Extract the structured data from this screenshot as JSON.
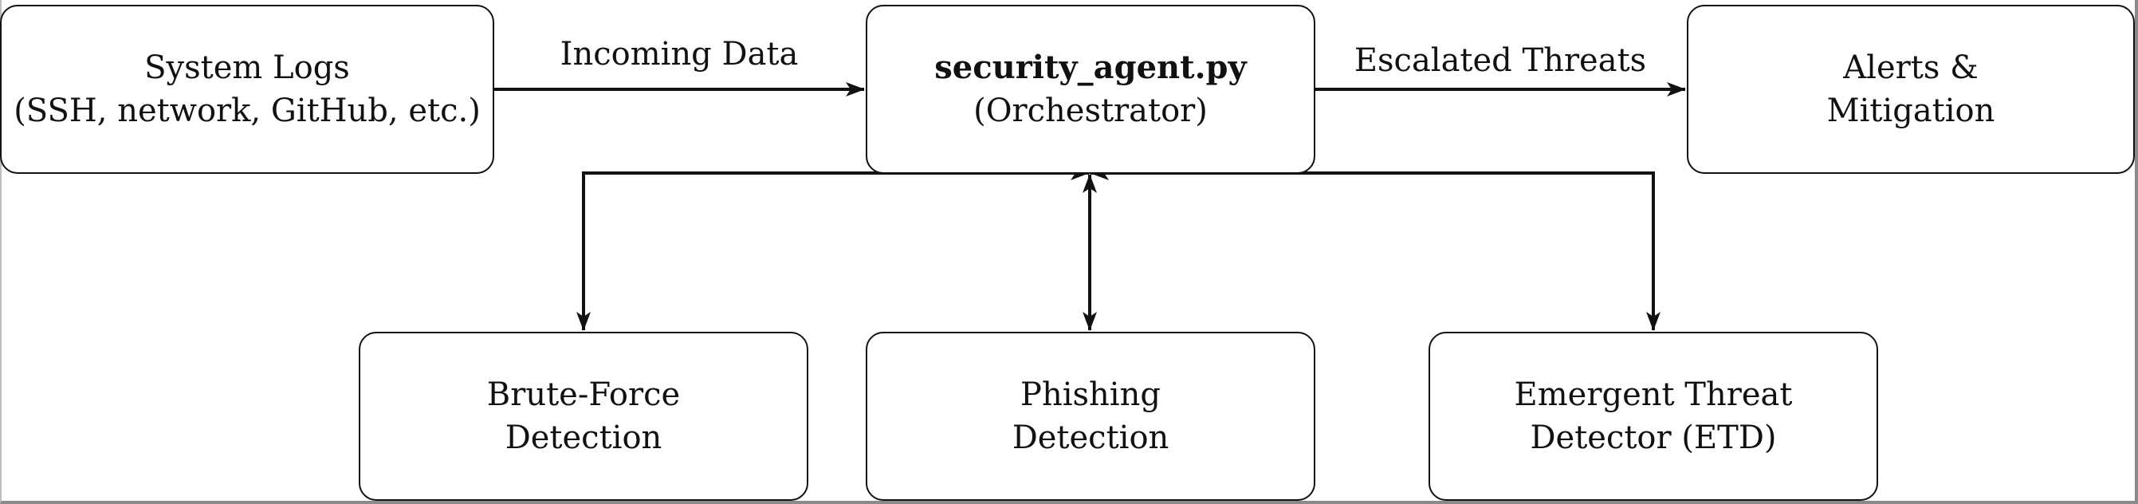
{
  "nodes": {
    "system_logs": {
      "line1": "System Logs",
      "line2": "(SSH, network, GitHub, etc.)"
    },
    "orchestrator": {
      "line1": "security_agent.py",
      "line2": "(Orchestrator)"
    },
    "alerts": {
      "line1": "Alerts &",
      "line2": "Mitigation"
    },
    "brute_force": {
      "line1": "Brute-Force",
      "line2": "Detection"
    },
    "phishing": {
      "line1": "Phishing",
      "line2": "Detection"
    },
    "etd": {
      "line1": "Emergent Threat",
      "line2": "Detector (ETD)"
    }
  },
  "edges": {
    "incoming_data": "Incoming Data",
    "escalated_threats": "Escalated Threats"
  }
}
